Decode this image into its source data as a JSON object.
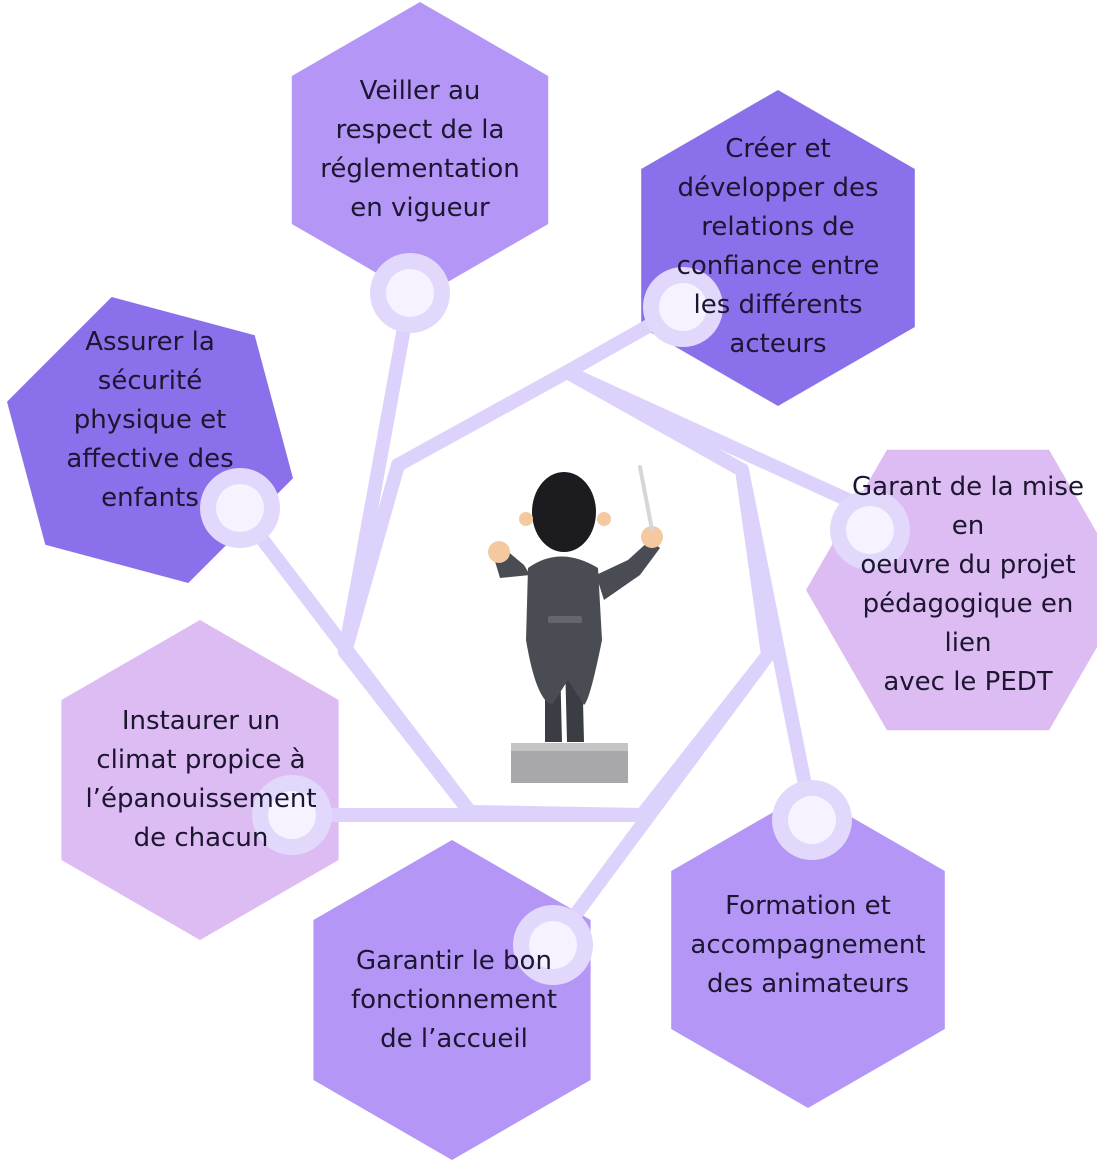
{
  "colors": {
    "background": "#ffffff",
    "line": "#ddd2fb",
    "node_outer": "#e2d8fb",
    "node_inner": "#f6f2ff",
    "hex_light": "#dcbcf3",
    "hex_medium": "#b496f7",
    "hex_deep": "#8a70ea",
    "text": "#1c1630"
  },
  "center": {
    "figure": "conductor-with-baton-icon",
    "podium": "podium-icon"
  },
  "hexagons": [
    {
      "id": "reglementation",
      "text": "Veiller au\nrespect de la\nréglementation\nen vigueur",
      "color": "hex_medium"
    },
    {
      "id": "relations",
      "text": "Créer et\ndévelopper des\nrelations de\nconfiance entre\nles différents\nacteurs",
      "color": "hex_deep"
    },
    {
      "id": "securite",
      "text": "Assurer la\nsécurité\nphysique et\naffective des\nenfants",
      "color": "hex_deep"
    },
    {
      "id": "projet",
      "text": "Garant de la mise en\noeuvre du projet\npédagogique en lien\navec le PEDT",
      "color": "hex_light"
    },
    {
      "id": "climat",
      "text": "Instaurer un\nclimat propice à\nl’épanouissement\nde chacun",
      "color": "hex_light"
    },
    {
      "id": "fonctionnement",
      "text": "Garantir le bon\nfonctionnement\nde l’accueil",
      "color": "hex_medium"
    },
    {
      "id": "formation",
      "text": "Formation et\naccompagnement\ndes animateurs",
      "color": "hex_medium"
    }
  ]
}
